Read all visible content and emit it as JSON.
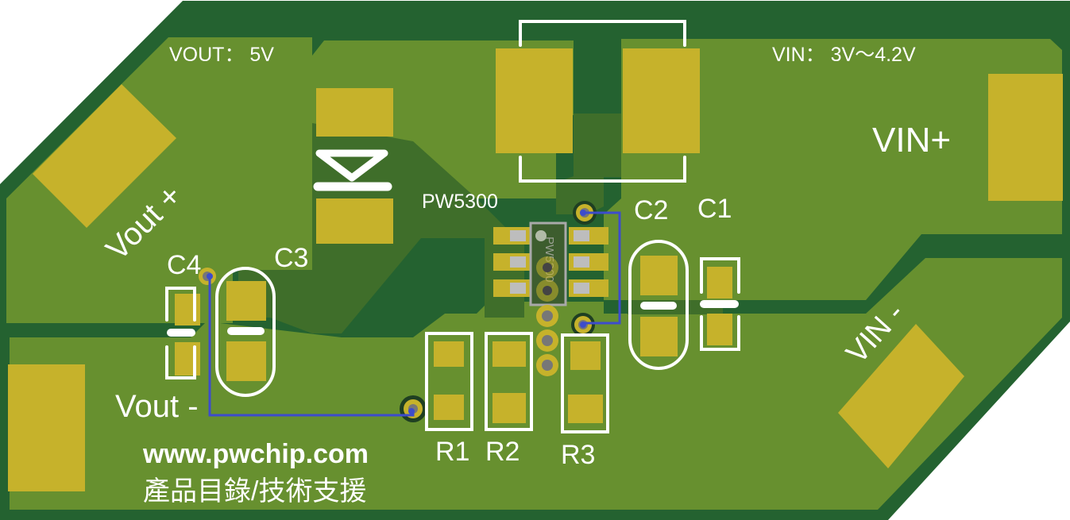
{
  "board": {
    "colors": {
      "substrate": "#246230",
      "copper_pour": "#67902f",
      "copper_trace_dark": "#3f6e2a",
      "pad": "#c6b22b",
      "silkscreen": "#ffffff",
      "bottom_trace": "#3d4ccc",
      "ic_body": "#3d5d2e",
      "ic_outline": "#a9a9a9"
    },
    "labels": {
      "vout_spec": "VOUT： 5V",
      "vin_spec": "VIN： 3V～4.2V",
      "vin_plus": "VIN+",
      "vin_minus": "VIN -",
      "vout_plus": "Vout +",
      "vout_minus": "Vout -",
      "ic_name": "PW5300",
      "ic_marking": "PW5300",
      "website": "www.pwchip.com",
      "catalog": "產品目錄/技術支援"
    },
    "designators": {
      "c1": "C1",
      "c2": "C2",
      "c3": "C3",
      "c4": "C4",
      "r1": "R1",
      "r2": "R2",
      "r3": "R3"
    },
    "components": [
      {
        "ref": "L1",
        "type": "inductor"
      },
      {
        "ref": "D1",
        "type": "diode"
      },
      {
        "ref": "U1",
        "type": "ic",
        "part": "PW5300"
      },
      {
        "ref": "C1",
        "type": "capacitor"
      },
      {
        "ref": "C2",
        "type": "capacitor"
      },
      {
        "ref": "C3",
        "type": "capacitor"
      },
      {
        "ref": "C4",
        "type": "capacitor"
      },
      {
        "ref": "R1",
        "type": "resistor"
      },
      {
        "ref": "R2",
        "type": "resistor"
      },
      {
        "ref": "R3",
        "type": "resistor"
      }
    ]
  }
}
